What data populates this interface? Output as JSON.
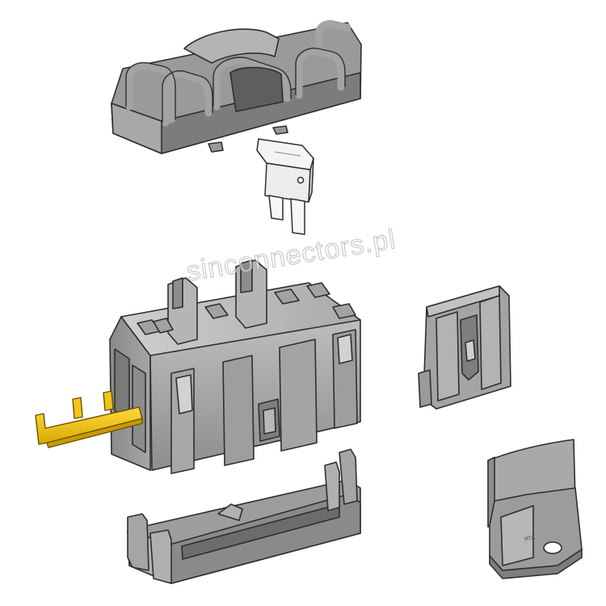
{
  "watermark": {
    "text": "sinconnectors.pl"
  },
  "clip_marking": {
    "text": "MTA"
  },
  "cover_marking": {
    "text": "..."
  },
  "colors": {
    "housing_light": "#b7b7b7",
    "housing_mid": "#9c9c9c",
    "housing_dark": "#6e6e6e",
    "outline": "#2e2e2e",
    "terminal": "#f2c418",
    "terminal_shade": "#c99a00",
    "fuse_body": "#f2f2f2",
    "background": "#ffffff"
  },
  "parts": [
    {
      "id": "fuse-holder-cover"
    },
    {
      "id": "blade-fuse"
    },
    {
      "id": "fuse-holder-housing"
    },
    {
      "id": "terminal-lock-bar"
    },
    {
      "id": "side-latch-clip"
    },
    {
      "id": "mounting-bracket"
    }
  ]
}
